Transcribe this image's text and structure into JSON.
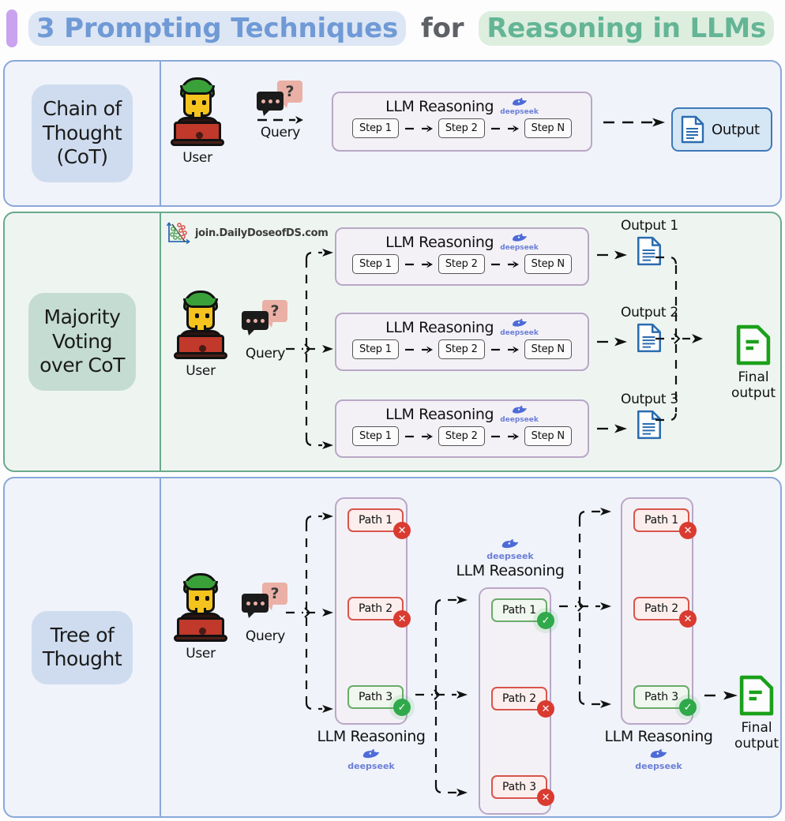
{
  "title": {
    "segment1": "3 Prompting Techniques",
    "segment2": "for",
    "segment3": "Reasoning in LLMs",
    "accent_color": "#c9a3ef",
    "segment1_color": "#6f9ad6",
    "segment3_color": "#64b596"
  },
  "watermark": {
    "text": "join.DailyDoseofDS.com"
  },
  "common": {
    "user_label": "User",
    "query_label": "Query",
    "query_mark": "?",
    "llm_reasoning_label": "LLM Reasoning",
    "deepseek_label": "deepseek",
    "final_output_label": "Final\noutput",
    "final_output_line1": "Final",
    "final_output_line2": "output",
    "steps": [
      "Step 1",
      "Step 2",
      "Step N"
    ],
    "check_glyph": "✓",
    "cross_glyph": "✕"
  },
  "rows": [
    {
      "id": "chain-of-thought",
      "label": "Chain of\nThought\n(CoT)",
      "label_lines": [
        "Chain of",
        "Thought",
        "(CoT)"
      ],
      "pill_color": "#cfdcef",
      "border_color": "#8aa8d8",
      "background": "#f0f3fa",
      "reasoning_blocks": [
        {
          "title": "LLM Reasoning",
          "steps": [
            "Step 1",
            "Step 2",
            "Step N"
          ]
        }
      ],
      "outputs": [
        {
          "label": "Output"
        }
      ]
    },
    {
      "id": "majority-voting-over-cot",
      "label": "Majority\nVoting\nover CoT",
      "label_lines": [
        "Majority",
        "Voting",
        "over CoT"
      ],
      "pill_color": "#c5dcd2",
      "border_color": "#6aa98c",
      "background": "#eef5f1",
      "reasoning_blocks": [
        {
          "title": "LLM Reasoning",
          "steps": [
            "Step 1",
            "Step 2",
            "Step N"
          ]
        },
        {
          "title": "LLM Reasoning",
          "steps": [
            "Step 1",
            "Step 2",
            "Step N"
          ]
        },
        {
          "title": "LLM Reasoning",
          "steps": [
            "Step 1",
            "Step 2",
            "Step N"
          ]
        }
      ],
      "outputs": [
        {
          "label": "Output 1"
        },
        {
          "label": "Output 2"
        },
        {
          "label": "Output 3"
        }
      ],
      "final_output": {
        "line1": "Final",
        "line2": "output"
      }
    },
    {
      "id": "tree-of-thought",
      "label": "Tree of\nThought",
      "label_lines": [
        "Tree of",
        "Thought"
      ],
      "pill_color": "#cfdcef",
      "border_color": "#8aa8d8",
      "background": "#f0f3fa",
      "path_groups": [
        {
          "position": "left",
          "title": "LLM Reasoning",
          "paths": [
            {
              "label": "Path 1",
              "status": "rejected"
            },
            {
              "label": "Path 2",
              "status": "rejected"
            },
            {
              "label": "Path 3",
              "status": "accepted"
            }
          ]
        },
        {
          "position": "middle",
          "title": "LLM Reasoning",
          "paths": [
            {
              "label": "Path 1",
              "status": "accepted"
            },
            {
              "label": "Path 2",
              "status": "rejected"
            },
            {
              "label": "Path 3",
              "status": "rejected"
            }
          ]
        },
        {
          "position": "right",
          "title": "LLM Reasoning",
          "paths": [
            {
              "label": "Path 1",
              "status": "rejected"
            },
            {
              "label": "Path 2",
              "status": "rejected"
            },
            {
              "label": "Path 3",
              "status": "accepted"
            }
          ]
        }
      ],
      "final_output": {
        "line1": "Final",
        "line2": "output"
      }
    }
  ]
}
